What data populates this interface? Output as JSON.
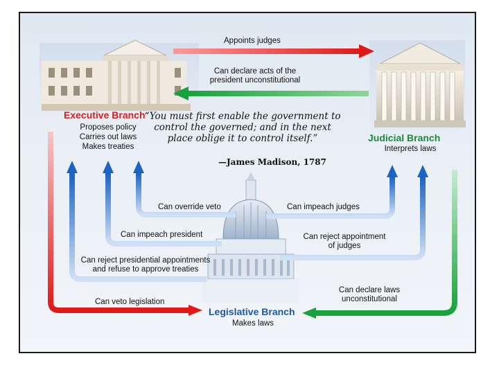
{
  "branches": {
    "executive": {
      "title": "Executive Branch",
      "duties": [
        "Proposes policy",
        "Carries out laws",
        "Makes treaties"
      ]
    },
    "judicial": {
      "title": "Judicial Branch",
      "duties": [
        "Interprets laws"
      ]
    },
    "legislative": {
      "title": "Legislative Branch",
      "duties": [
        "Makes laws"
      ]
    }
  },
  "checks": {
    "appoints_judges": "Appoints judges",
    "declare_acts_unconstitutional": [
      "Can declare acts of the",
      "president unconstitutional"
    ],
    "override_veto": "Can override veto",
    "impeach_president": "Can impeach president",
    "reject_appointments": [
      "Can reject presidential appointments",
      "and refuse to approve treaties"
    ],
    "veto_legislation": "Can veto legislation",
    "impeach_judges": "Can impeach judges",
    "reject_appointment_judges": [
      "Can reject appointment",
      "of judges"
    ],
    "declare_laws_unconstitutional": [
      "Can declare laws",
      "unconstitutional"
    ]
  },
  "quote": {
    "text": "“You must first enable the government to control the governed; and in the next place oblige it to control itself.”",
    "attribution": "—James Madison, 1787"
  },
  "colors": {
    "executive": "#d21f1f",
    "judicial": "#1a8a3a",
    "legislative": "#1c58a8"
  },
  "images": [
    "white-house-image",
    "supreme-court-image",
    "capitol-image"
  ]
}
